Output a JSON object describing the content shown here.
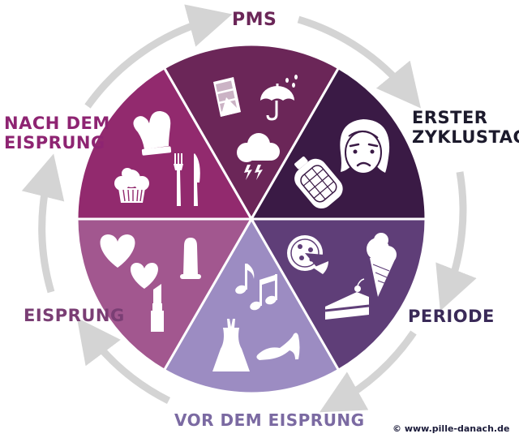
{
  "phases": [
    {
      "name": "PMS",
      "label_lines": [
        "PMS"
      ],
      "color": "#6b2658",
      "text_color": "#6b2658",
      "icons": [
        "chocolate-bar-icon",
        "umbrella-rain-icon",
        "thundercloud-icon"
      ]
    },
    {
      "name": "ERSTER ZYKLUSTAG",
      "label_lines": [
        "ERSTER",
        "ZYKLUSTAG"
      ],
      "color": "#3a1a45",
      "text_color": "#1c1a2c",
      "icons": [
        "sad-face-icon",
        "hot-water-bottle-icon"
      ]
    },
    {
      "name": "PERIODE",
      "label_lines": [
        "PERIODE"
      ],
      "color": "#5f3e78",
      "text_color": "#3a2a58",
      "icons": [
        "pizza-icon",
        "ice-cream-cone-icon",
        "cake-slice-icon"
      ]
    },
    {
      "name": "VOR DEM EISPRUNG",
      "label_lines": [
        "VOR DEM EISPRUNG"
      ],
      "color": "#9c8cc2",
      "text_color": "#7b6aa2",
      "icons": [
        "music-notes-icon",
        "dress-icon",
        "high-heel-icon"
      ]
    },
    {
      "name": "EISPRUNG",
      "label_lines": [
        "EISPRUNG"
      ],
      "color": "#a2578f",
      "text_color": "#7a3e74",
      "icons": [
        "hearts-icon",
        "condom-icon",
        "lipstick-icon"
      ]
    },
    {
      "name": "NACH DEM EISPRUNG",
      "label_lines": [
        "NACH DEM",
        "EISPRUNG"
      ],
      "color": "#922a6e",
      "text_color": "#8e2472",
      "icons": [
        "oven-mitt-icon",
        "muffin-icon",
        "fork-knife-icon"
      ]
    }
  ],
  "arrow_color": "#d4d4d4",
  "copyright": "© www.pille-danach.de",
  "copyright_color": "#1b1b3a"
}
